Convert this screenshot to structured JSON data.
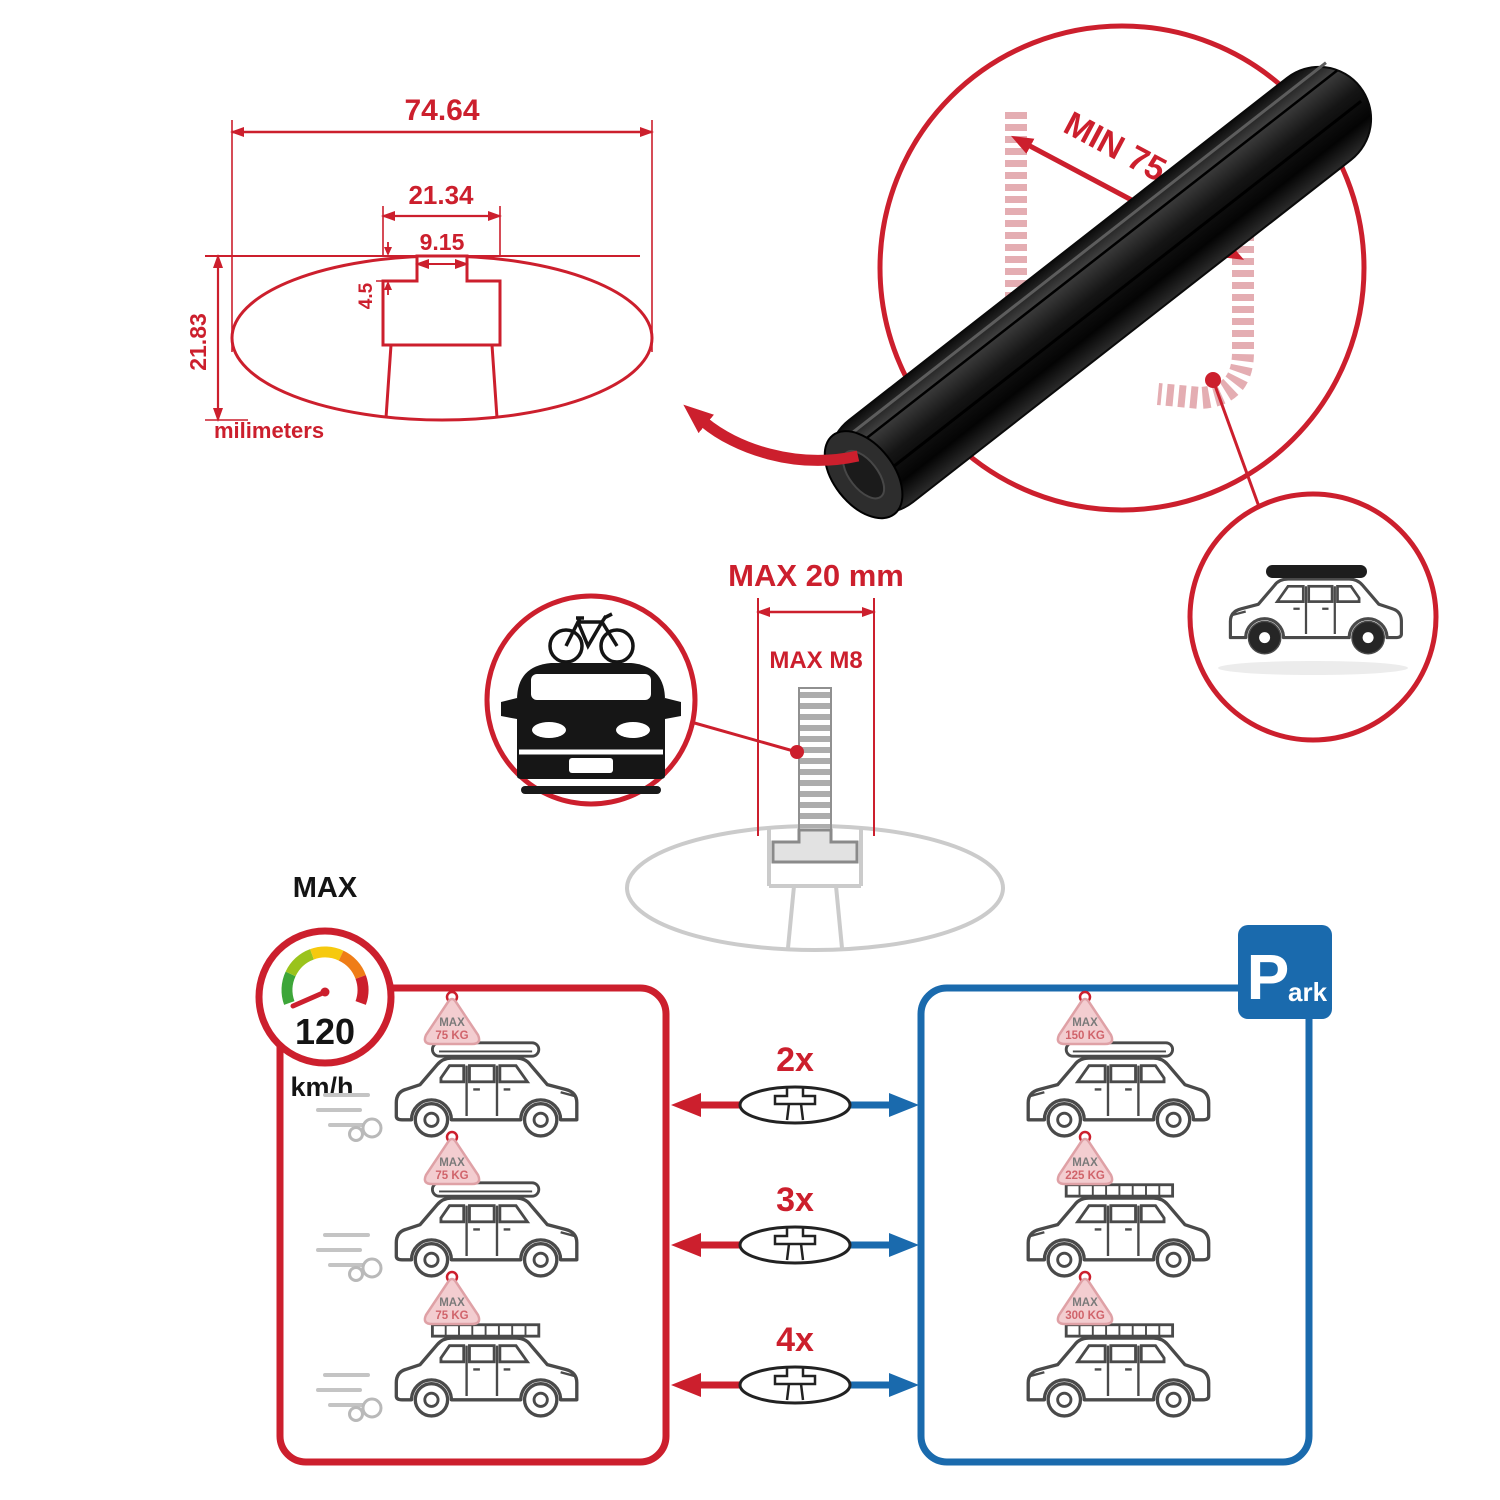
{
  "colors": {
    "accent_red": "#cc1f2d",
    "accent_blue": "#1a6aad",
    "sketch_pink": "#e4adb2",
    "sketch_gray": "#c8c8c8",
    "ink_black": "#1a1a1a"
  },
  "profile_diagram": {
    "dim_total_width": "74.64",
    "dim_channel_width": "21.34",
    "dim_slot_width": "9.15",
    "dim_lip_depth": "4.5",
    "dim_height": "21.83",
    "units_label": "milimeters"
  },
  "bar_detail": {
    "min_span_label": "MIN 75 mm"
  },
  "bolt_diagram": {
    "max_width_label": "MAX 20 mm",
    "max_thread_label": "MAX M8"
  },
  "speed_gauge": {
    "title": "MAX",
    "value": "120",
    "unit": "km/h"
  },
  "park_sign": {
    "letter": "P",
    "suffix": "ark"
  },
  "driving_panel": {
    "badges": [
      {
        "label": "MAX",
        "value": "75 KG"
      },
      {
        "label": "MAX",
        "value": "75 KG"
      },
      {
        "label": "MAX",
        "value": "75 KG"
      }
    ]
  },
  "parked_panel": {
    "badges": [
      {
        "label": "MAX",
        "value": "150 KG"
      },
      {
        "label": "MAX",
        "value": "225 KG"
      },
      {
        "label": "MAX",
        "value": "300 KG"
      }
    ]
  },
  "bar_count_rows": [
    {
      "multiplier": "2x"
    },
    {
      "multiplier": "3x"
    },
    {
      "multiplier": "4x"
    }
  ]
}
